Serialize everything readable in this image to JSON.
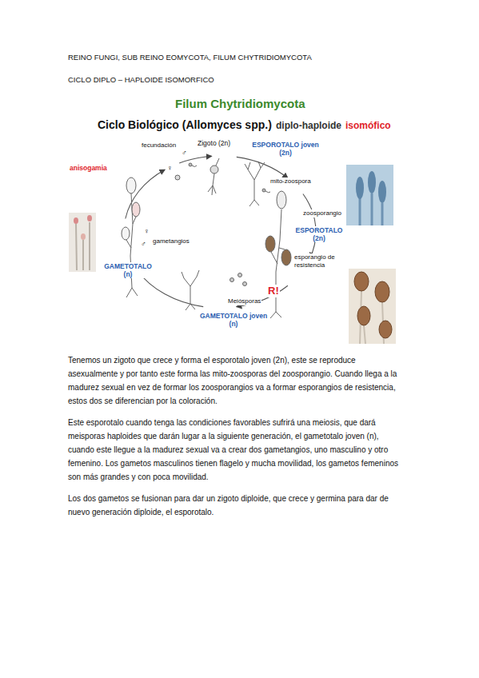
{
  "diagram": {
    "title": "REINO FUNGI, SUB REINO EOMYCOTA, FILUM CHYTRIDIOMYCOTA",
    "labels": [
      "CICLO DIPLO – HAPLOIDE ISOMORFICO",
      "Filum Chytridiomycota",
      "Ciclo Biológico (Allomyces spp.)",
      "diplo-haploide",
      "isomófico",
      "fecundación",
      "Zigoto (2n)",
      "ESPOROTALO joven (2n)",
      "♂",
      "♀",
      "anisogamia",
      "mito-zoospora",
      "zoosporangio",
      "ESPOROTALO (2n)",
      "♀",
      "♂",
      "gametangios",
      "esporangio de resistencia",
      "GAMETOTALO (n)",
      "R!",
      "Meiósporas",
      "GAMETOTALO joven (n)",
      "Tenemos un zigoto que crece y forma el esporotalo joven (2n), este se reproduce asexualmente y por tanto este forma las mito-zoosporas del zoosporangio. Cuando llega a la madurez sexual en vez de formar los zoosporangios va a formar esporangios de resistencia, estos dos se diferencian por la coloración.",
      "Este esporotalo cuando tenga las condiciones favorables sufrirá una meiosis, que dará meisporas haploides que darán lugar a la siguiente generación, el gametotalo joven (n), cuando este llegue a la madurez sexual va a crear dos gametangios, uno masculino y otro femenino. Los gametos masculinos tienen flagelo y mucha movilidad, los gametos femeninos son más grandes y con poca movilidad.",
      "Los dos gametos se fusionan para dar un zigoto diploide, que crece y germina para dar de nuevo generación diploide, el esporotalo."
    ]
  }
}
